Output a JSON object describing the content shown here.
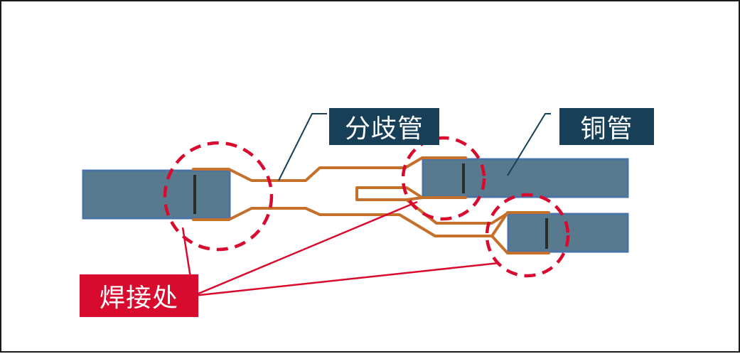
{
  "labels": {
    "branch_pipe": "分歧管",
    "copper_pipe": "铜管",
    "weld_point": "焊接处"
  },
  "colors": {
    "copper_pipe_fill": "#587a8e",
    "copper_pipe_edge": "#4a74a8",
    "branch_pipe_stroke": "#c46f2a",
    "weld_marker": "#d80b2e",
    "dark_label_bg": "#173f57",
    "red_label_bg": "#d80b2e",
    "leader_line": "#173f57",
    "seam_line": "#2b2b2b"
  }
}
